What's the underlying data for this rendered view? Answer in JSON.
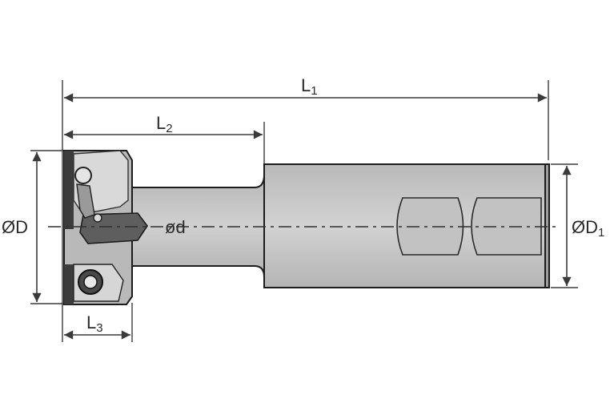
{
  "labels": {
    "L1": {
      "main": "L",
      "sub": "1"
    },
    "L2": {
      "main": "L",
      "sub": "2"
    },
    "L3": {
      "main": "L",
      "sub": "3"
    },
    "D": {
      "main": "ØD",
      "sub": ""
    },
    "D1": {
      "main": "ØD",
      "sub": "1"
    },
    "d": {
      "main": "ød",
      "sub": ""
    }
  },
  "colors": {
    "body_fill": "#c8c8c8",
    "shank_fill": "#c9c9c9",
    "head_fill": "#b7b7b7",
    "insert_fill": "#5e5e5e",
    "line": "#3a3a3a"
  }
}
